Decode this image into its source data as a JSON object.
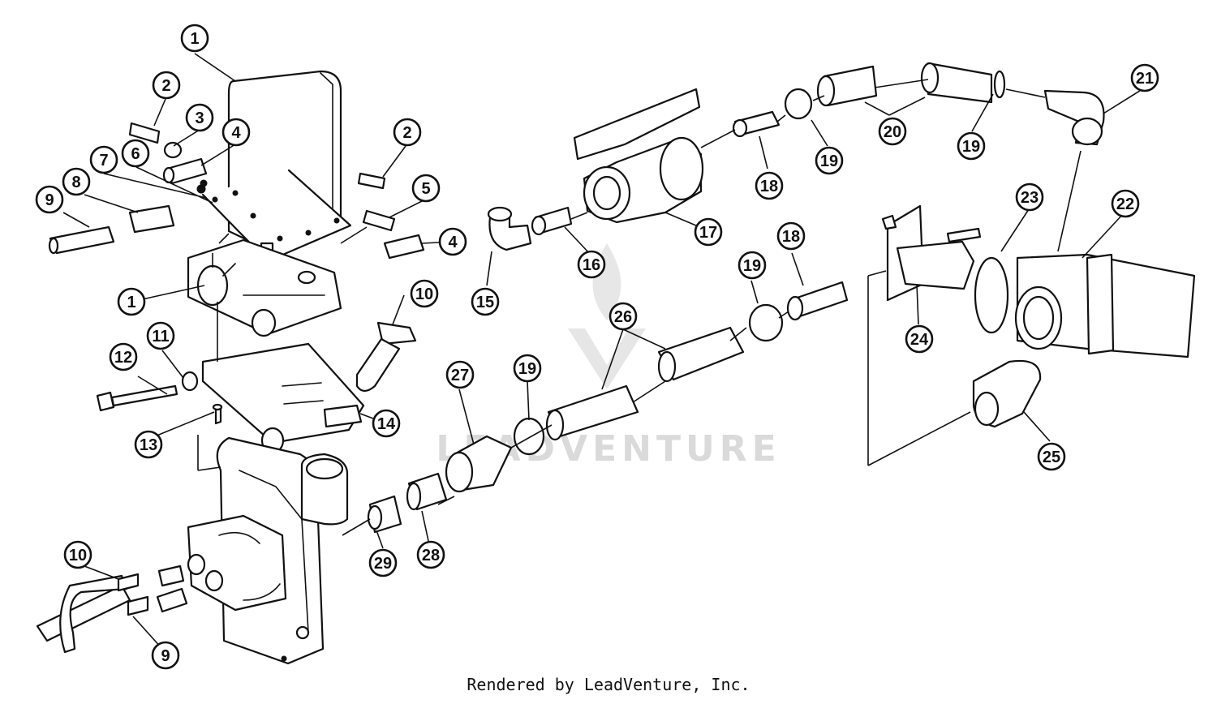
{
  "watermark": "LEADVENTURE",
  "credit": "Rendered by LeadVenture, Inc.",
  "callouts": [
    {
      "id": "c-1a",
      "label": "1"
    },
    {
      "id": "c-2a",
      "label": "2"
    },
    {
      "id": "c-3",
      "label": "3"
    },
    {
      "id": "c-4a",
      "label": "4"
    },
    {
      "id": "c-6",
      "label": "6"
    },
    {
      "id": "c-7",
      "label": "7"
    },
    {
      "id": "c-8",
      "label": "8"
    },
    {
      "id": "c-9a",
      "label": "9"
    },
    {
      "id": "c-2b",
      "label": "2"
    },
    {
      "id": "c-5",
      "label": "5"
    },
    {
      "id": "c-4b",
      "label": "4"
    },
    {
      "id": "c-1b",
      "label": "1"
    },
    {
      "id": "c-10a",
      "label": "10"
    },
    {
      "id": "c-11",
      "label": "11"
    },
    {
      "id": "c-12",
      "label": "12"
    },
    {
      "id": "c-13",
      "label": "13"
    },
    {
      "id": "c-14",
      "label": "14"
    },
    {
      "id": "c-10b",
      "label": "10"
    },
    {
      "id": "c-9b",
      "label": "9"
    },
    {
      "id": "c-15",
      "label": "15"
    },
    {
      "id": "c-16",
      "label": "16"
    },
    {
      "id": "c-17",
      "label": "17"
    },
    {
      "id": "c-18a",
      "label": "18"
    },
    {
      "id": "c-19a",
      "label": "19"
    },
    {
      "id": "c-20",
      "label": "20"
    },
    {
      "id": "c-19b",
      "label": "19"
    },
    {
      "id": "c-21",
      "label": "21"
    },
    {
      "id": "c-23",
      "label": "23"
    },
    {
      "id": "c-22",
      "label": "22"
    },
    {
      "id": "c-18b",
      "label": "18"
    },
    {
      "id": "c-19c",
      "label": "19"
    },
    {
      "id": "c-26",
      "label": "26"
    },
    {
      "id": "c-24",
      "label": "24"
    },
    {
      "id": "c-27",
      "label": "27"
    },
    {
      "id": "c-19d",
      "label": "19"
    },
    {
      "id": "c-25",
      "label": "25"
    },
    {
      "id": "c-29",
      "label": "29"
    },
    {
      "id": "c-28",
      "label": "28"
    }
  ]
}
